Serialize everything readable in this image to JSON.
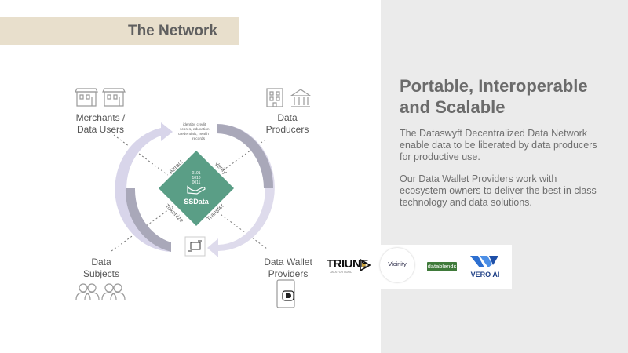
{
  "header": {
    "title": "The Network"
  },
  "right": {
    "headline_line1": "Portable, Interoperable",
    "headline_line2": "and Scalable",
    "para1": [
      "The Dataswyft Decentralized Data Network",
      "enable data to be liberated by data producers",
      "for productive use."
    ],
    "para2": [
      "Our Data Wallet Providers work with",
      "ecosystem owners to deliver the best in class",
      "technology and data solutions."
    ]
  },
  "diagram": {
    "nodes": {
      "merchants": [
        "Merchants /",
        "Data Users"
      ],
      "producers": [
        "Data",
        "Producers"
      ],
      "subjects": [
        "Data",
        "Subjects"
      ],
      "wallet": [
        "Data Wallet",
        "Providers"
      ]
    },
    "center": {
      "label": "SSData",
      "binary": [
        "0101",
        "1010",
        "0011"
      ]
    },
    "edges": {
      "attract": "Attract",
      "verify": "Verify",
      "tokenize": "Tokenize",
      "transfer": "Transfer"
    },
    "data_note": [
      "identity, credit",
      "scores, education",
      "credentials, health",
      "records"
    ],
    "colors": {
      "diamond": "#5a9e86",
      "arrow_light": "#d9d6ea",
      "arrow_dark": "#a8a8b8",
      "band": "#e8dfcc",
      "panel": "#ebebeb"
    }
  },
  "logos": {
    "triune": "TRIUNE",
    "triune_sub": "DATA FOR GOOD",
    "vicinity": "Vicinity",
    "datablends": "datablends",
    "veroai": "VERO AI"
  }
}
